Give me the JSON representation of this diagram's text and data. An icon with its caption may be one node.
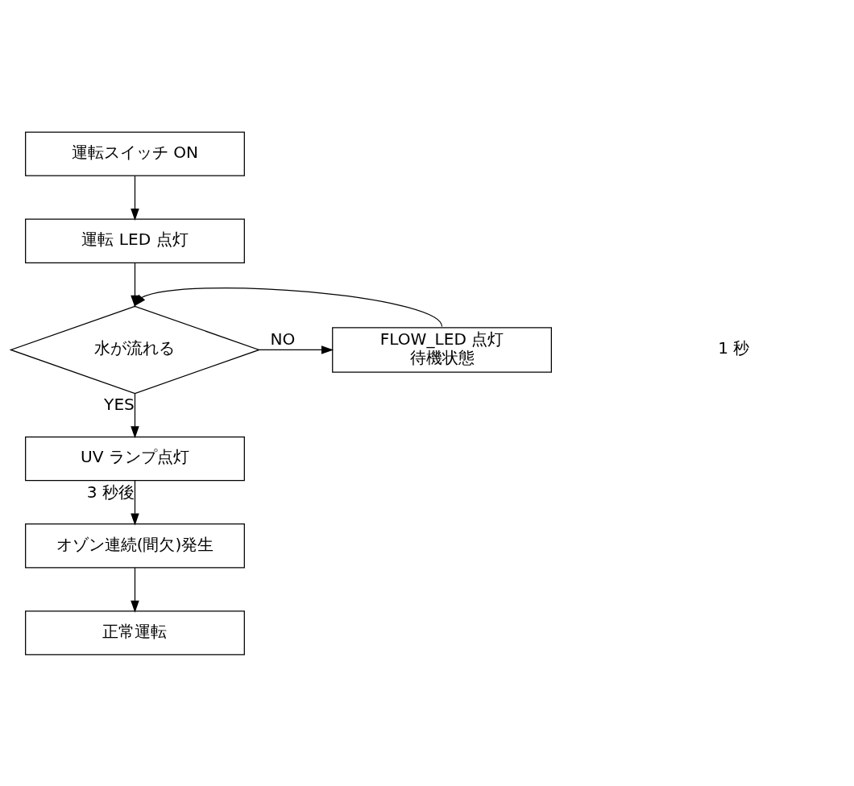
{
  "diagram": {
    "nodes": [
      {
        "text": [
          "運転スイッチ ON"
        ]
      },
      {
        "text": [
          "運転 LED 点灯"
        ]
      },
      {
        "text": [
          "水が流れる"
        ]
      },
      {
        "text": [
          "FLOW_LED 点灯",
          "待機状態"
        ]
      },
      {
        "text": [
          "UV ランプ点灯"
        ]
      },
      {
        "text": [
          "オゾン連続(間欠)発生"
        ]
      },
      {
        "text": [
          "正常運転"
        ]
      }
    ],
    "edges": [
      {
        "from": 0,
        "to": 1,
        "arrow": "to"
      },
      {
        "from": 1,
        "to": 2,
        "arrow": "to"
      },
      {
        "from": 2,
        "to": 3,
        "arrow": "to",
        "label": "NO"
      },
      {
        "from": 3,
        "to": 2,
        "arrow": "to"
      },
      {
        "from": 2,
        "to": 4,
        "arrow": "to",
        "label": "YES"
      },
      {
        "from": 4,
        "to": 5,
        "arrow": "to",
        "label": "3 秒後"
      },
      {
        "from": 5,
        "to": 6,
        "arrow": "to"
      }
    ],
    "labels": [
      "1 秒"
    ]
  }
}
